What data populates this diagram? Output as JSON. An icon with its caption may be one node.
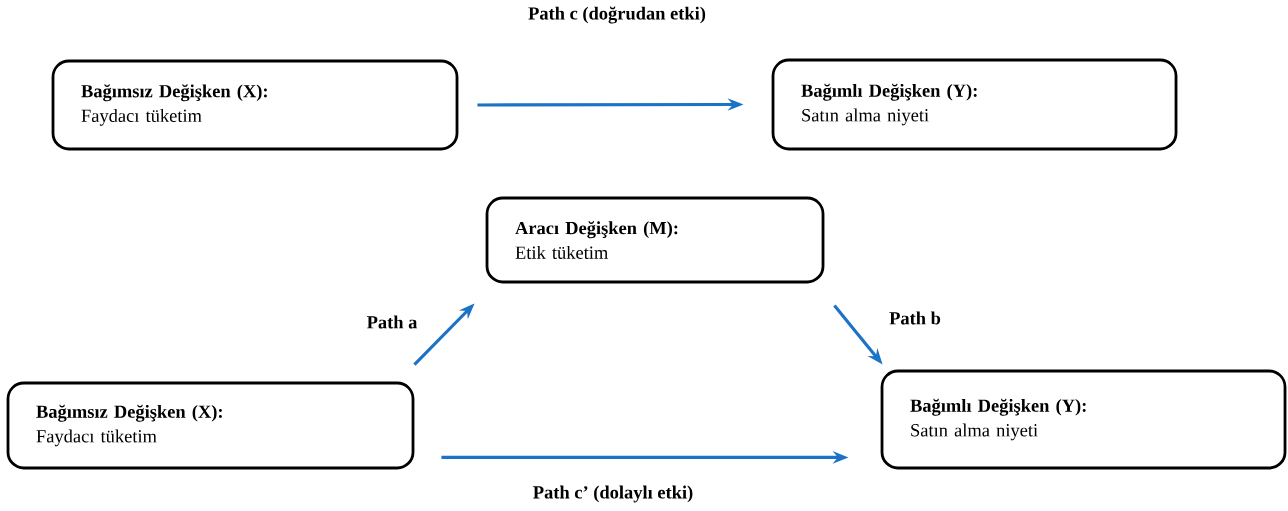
{
  "diagram": {
    "nodes": [
      {
        "text": [
          "Bağımsız Değişken (X):",
          "Faydacı tüketim"
        ]
      },
      {
        "text": [
          "Bağımlı Değişken (Y):",
          "Satın alma niyeti"
        ]
      },
      {
        "text": [
          "Aracı Değişken (M):",
          "Etik tüketim"
        ]
      },
      {
        "text": [
          "Bağımsız Değişken (X):",
          "Faydacı tüketim"
        ]
      },
      {
        "text": [
          "Bağımlı Değişken (Y):",
          "Satın alma niyeti"
        ]
      }
    ],
    "edges": [
      {
        "from": 0,
        "to": 1,
        "arrow": "to",
        "label": "Path c (doğrudan etki)"
      },
      {
        "from": 3,
        "to": 2,
        "arrow": "to",
        "label": "Path a"
      },
      {
        "from": 2,
        "to": 4,
        "arrow": "to",
        "label": "Path b"
      },
      {
        "from": 3,
        "to": 4,
        "arrow": "to",
        "label": "Path c’ (dolaylı etki)"
      }
    ]
  }
}
